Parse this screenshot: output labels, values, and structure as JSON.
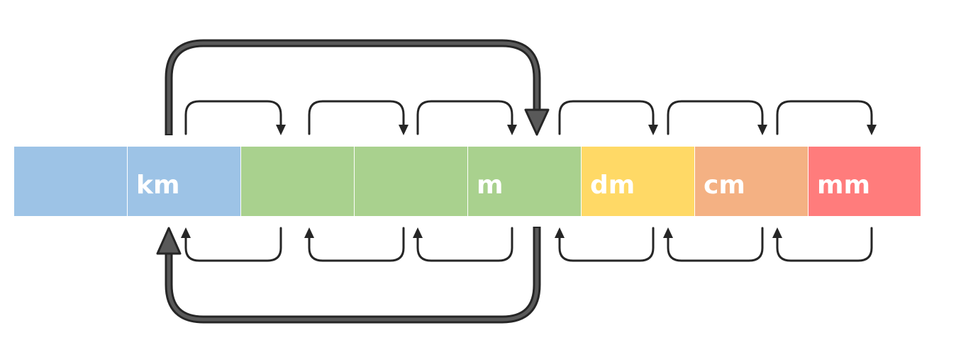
{
  "units": [
    {
      "label": "",
      "color": "#9dc3e6"
    },
    {
      "label": "km",
      "color": "#9dc3e6"
    },
    {
      "label": "",
      "color": "#a9d18e"
    },
    {
      "label": "",
      "color": "#a9d18e"
    },
    {
      "label": "m",
      "color": "#a9d18e"
    },
    {
      "label": "dm",
      "color": "#ffd966"
    },
    {
      "label": "cm",
      "color": "#f4b183"
    },
    {
      "label": "mm",
      "color": "#ff7c7c"
    }
  ],
  "arrow_color": "#262626",
  "big_arrow_fill": "#595959"
}
